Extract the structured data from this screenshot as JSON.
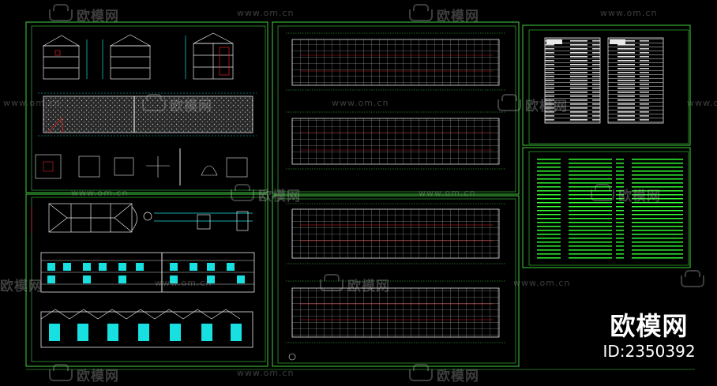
{
  "window": {
    "background": "#000000",
    "sheet_frame_color": "#3fd13f",
    "drawing_line_color": "#e8e8e8",
    "accent_cyan": "#18e0e0",
    "accent_red": "#e02020",
    "accent_green_text": "#32ff32"
  },
  "watermark": {
    "brand_cn": "欧模网",
    "url": "www.om.cn",
    "icon": "sofa-icon",
    "color": "#bdbdbd"
  },
  "brand_badge": {
    "name": "欧模网",
    "id_text": "ID:2350392",
    "color": "#ffffff"
  },
  "sheets": [
    {
      "id": "sheet-elevations-sections",
      "label": ""
    },
    {
      "id": "sheet-site-elevations",
      "label": ""
    },
    {
      "id": "sheet-floor-plans-upper",
      "label": ""
    },
    {
      "id": "sheet-floor-plans-lower",
      "label": ""
    },
    {
      "id": "sheet-drawing-index",
      "label": ""
    },
    {
      "id": "sheet-design-notes",
      "label": ""
    }
  ]
}
